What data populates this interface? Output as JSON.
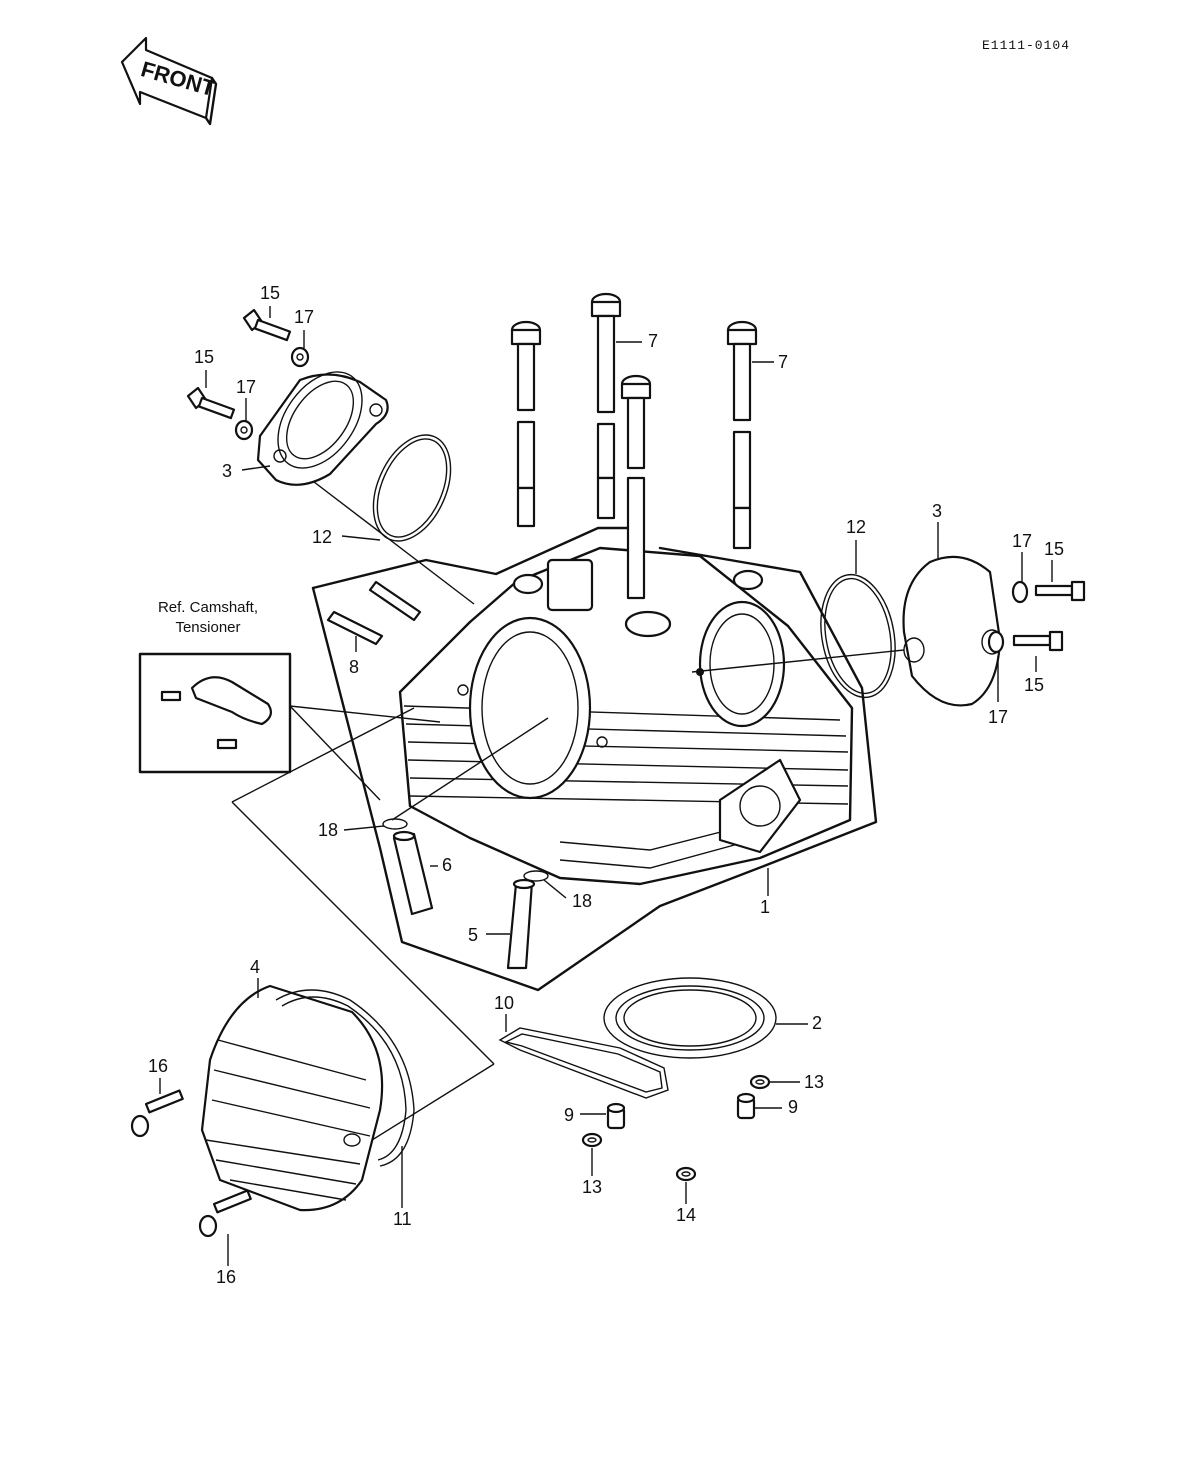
{
  "diagram_code": "E1111-0104",
  "front_arrow_text": "FRONT",
  "ref_note": [
    "Ref. Camshaft,",
    "Tensioner"
  ],
  "labels": {
    "p1": "1",
    "p2": "2",
    "p3_left": "3",
    "p3_right": "3",
    "p4": "4",
    "p5": "5",
    "p6": "6",
    "p7_a": "7",
    "p7_b": "7",
    "p8": "8",
    "p9_a": "9",
    "p9_b": "9",
    "p10": "10",
    "p11": "11",
    "p12_left": "12",
    "p12_right": "12",
    "p13_a": "13",
    "p13_b": "13",
    "p14": "14",
    "p15_a": "15",
    "p15_b": "15",
    "p15_c": "15",
    "p15_d": "15",
    "p16_a": "16",
    "p16_b": "16",
    "p17_a": "17",
    "p17_b": "17",
    "p17_c": "17",
    "p17_d": "17",
    "p18_a": "18",
    "p18_b": "18"
  }
}
